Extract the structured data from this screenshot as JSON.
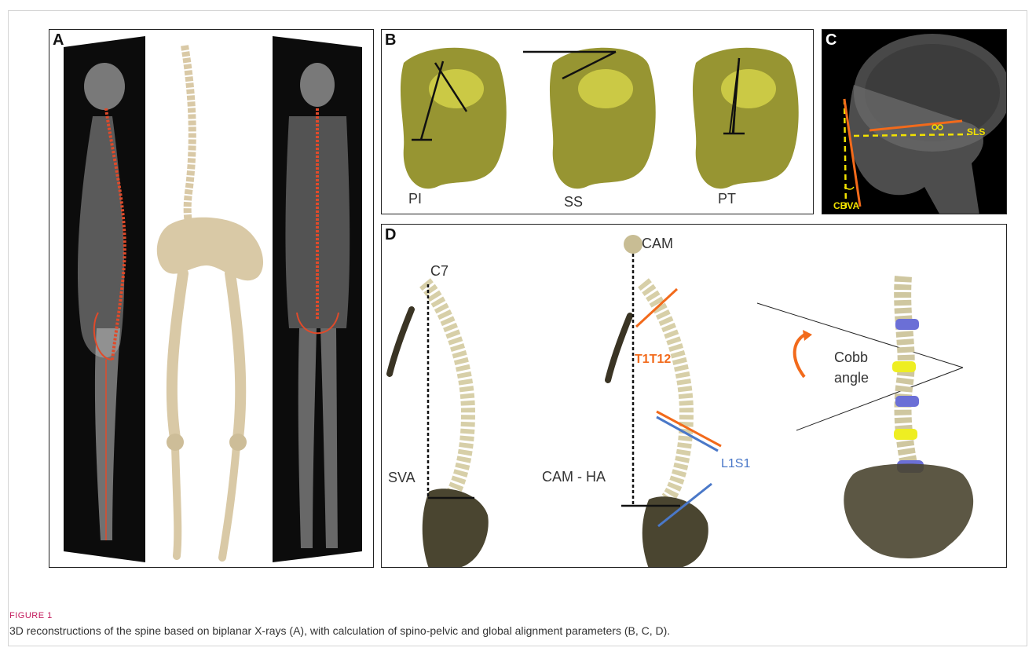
{
  "panels": {
    "a": {
      "letter": "A"
    },
    "b": {
      "letter": "B",
      "labels": [
        "PI",
        "SS",
        "PT"
      ]
    },
    "c": {
      "letter": "C",
      "labels": {
        "sls": "SLS",
        "cbva": "CBVA"
      }
    },
    "d": {
      "letter": "D",
      "labels": {
        "c7": "C7",
        "sva": "SVA",
        "cam": "CAM",
        "cam_ha": "CAM - HA",
        "t1t12": "T1T12",
        "l1s1": "L1S1",
        "cobb": "Cobb\nangle"
      }
    }
  },
  "caption": {
    "heading": "FIGURE 1",
    "text": "3D reconstructions of the spine based on biplanar X-rays (A), with calculation of spino-pelvic and global alignment parameters (B, C, D)."
  },
  "colors": {
    "orange": "#f26a1b",
    "blue": "#4a78c8",
    "yellow": "#f2e200",
    "pelvis": "#8c8a1c",
    "bone": "#d9c9a6",
    "vertebra_blue": "#6b6fd6",
    "vertebra_yellow": "#eeee22"
  }
}
